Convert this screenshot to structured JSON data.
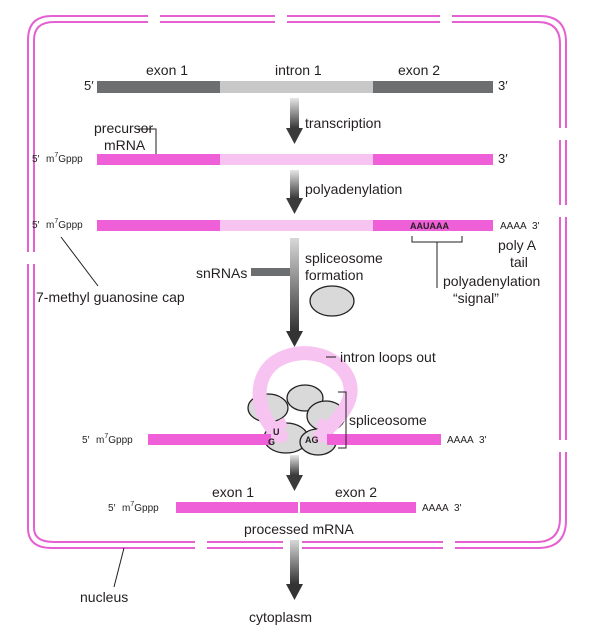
{
  "colors": {
    "exon_dark": "#6d6e70",
    "intron_light": "#c8c8c8",
    "exon_mrna": "#ee5fd8",
    "intron_mrna": "#f7c3f0",
    "membrane": "#e561d2",
    "text": "#231f20",
    "spliceosome_fill": "#d9d9d9"
  },
  "dna": {
    "five_prime": "5′",
    "three_prime": "3′",
    "exon1": "exon 1",
    "intron1": "intron 1",
    "exon2": "exon 2"
  },
  "steps": {
    "transcription": "transcription",
    "polyadenylation": "polyadenylation",
    "spliceosome_line1": "spliceosome",
    "spliceosome_line2": "formation"
  },
  "precursor": {
    "label_line1": "precursor",
    "label_line2": "mRNA",
    "five_prime": "5′",
    "cap_m": "m",
    "cap_sup": "7",
    "cap_rest": "Gppp",
    "three_prime": "3′"
  },
  "polyA_stage": {
    "five_prime": "5′",
    "cap_m": "m",
    "cap_sup": "7",
    "cap_rest": "Gppp",
    "signal_seq": "AAUAAA",
    "tail": "AAAA",
    "three_prime": "3'",
    "polyA_line1": "poly A",
    "polyA_line2": "tail",
    "signal_line1": "polyadenylation",
    "signal_line2": "“signal”"
  },
  "labels": {
    "cap": "7-methyl guanosine cap",
    "snrnas": "snRNAs",
    "intron_loops": "intron loops out",
    "spliceosome": "spliceosome",
    "processed": "processed mRNA",
    "nucleus": "nucleus",
    "cytoplasm": "cytoplasm"
  },
  "splice_stage": {
    "five_prime": "5′",
    "cap_m": "m",
    "cap_sup": "7",
    "cap_rest": "Gppp",
    "gu_g": "G",
    "gu_u": "U",
    "ag": "AG",
    "tail": "AAAA",
    "three_prime": "3'"
  },
  "processed_stage": {
    "five_prime": "5′",
    "cap_m": "m",
    "cap_sup": "7",
    "cap_rest": "Gppp",
    "exon1": "exon 1",
    "exon2": "exon 2",
    "tail": "AAAA",
    "three_prime": "3'"
  }
}
